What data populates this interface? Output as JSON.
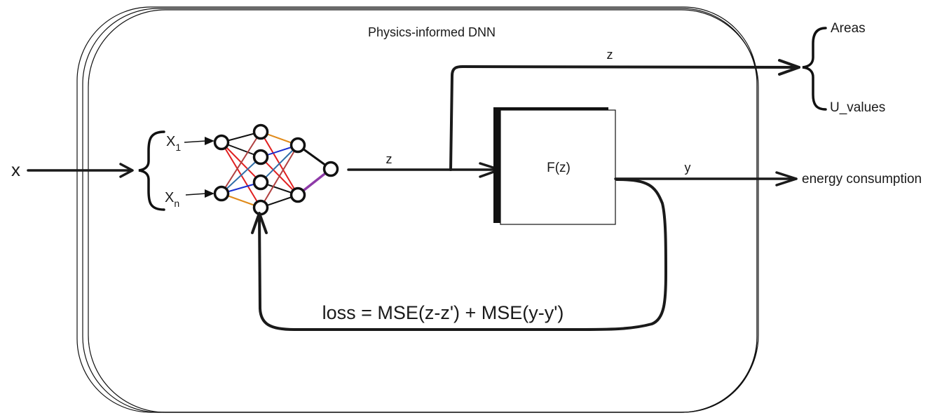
{
  "title": "Physics-informed DNN",
  "input_label": "x",
  "inputs": {
    "first": {
      "base": "X",
      "sub": "1"
    },
    "last": {
      "base": "X",
      "sub": "n"
    }
  },
  "z_label_inner": "z",
  "z_label_top": "z",
  "function_label": "F(z)",
  "y_label": "y",
  "output_label": "energy consumption",
  "latent_outputs": [
    "Areas",
    "U_values"
  ],
  "loss_label": "loss = MSE(z-z') + MSE(y-y')",
  "colors": {
    "red": "#e02020",
    "orange": "#e08a1a",
    "blue": "#1a2fd0",
    "steel": "#2f6ea8",
    "purple": "#8e3aa8",
    "brown": "#b04040",
    "stroke": "#1a1a1a"
  }
}
